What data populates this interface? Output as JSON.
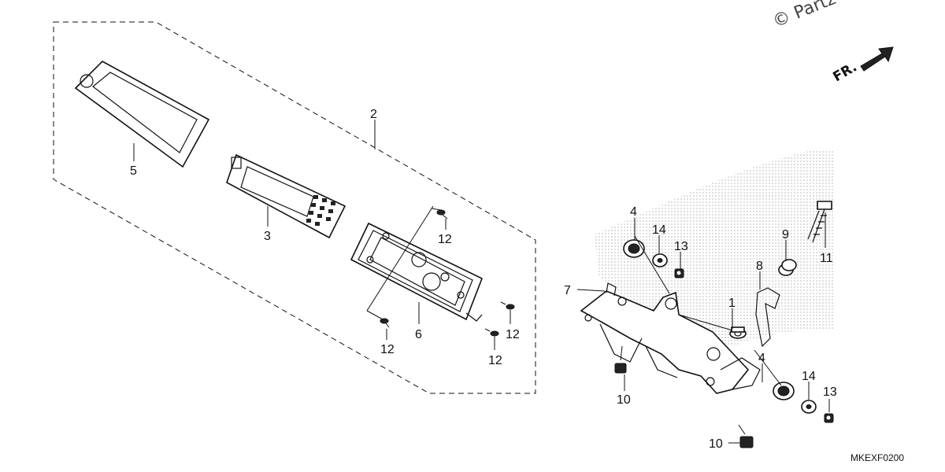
{
  "watermark": "© Partz",
  "orientation_label": "FR.",
  "diagram_code": "MKEXF0200",
  "callouts": {
    "c2": "2",
    "c5": "5",
    "c3": "3",
    "c12a": "12",
    "c6": "6",
    "c12b": "12",
    "c12c": "12",
    "c12d": "12",
    "c4a": "4",
    "c14a": "14",
    "c13a": "13",
    "c9": "9",
    "c11": "11",
    "c8": "8",
    "c7": "7",
    "c1": "1",
    "c4b": "4",
    "c14b": "14",
    "c13b": "13",
    "c10a": "10",
    "c10b": "10"
  }
}
